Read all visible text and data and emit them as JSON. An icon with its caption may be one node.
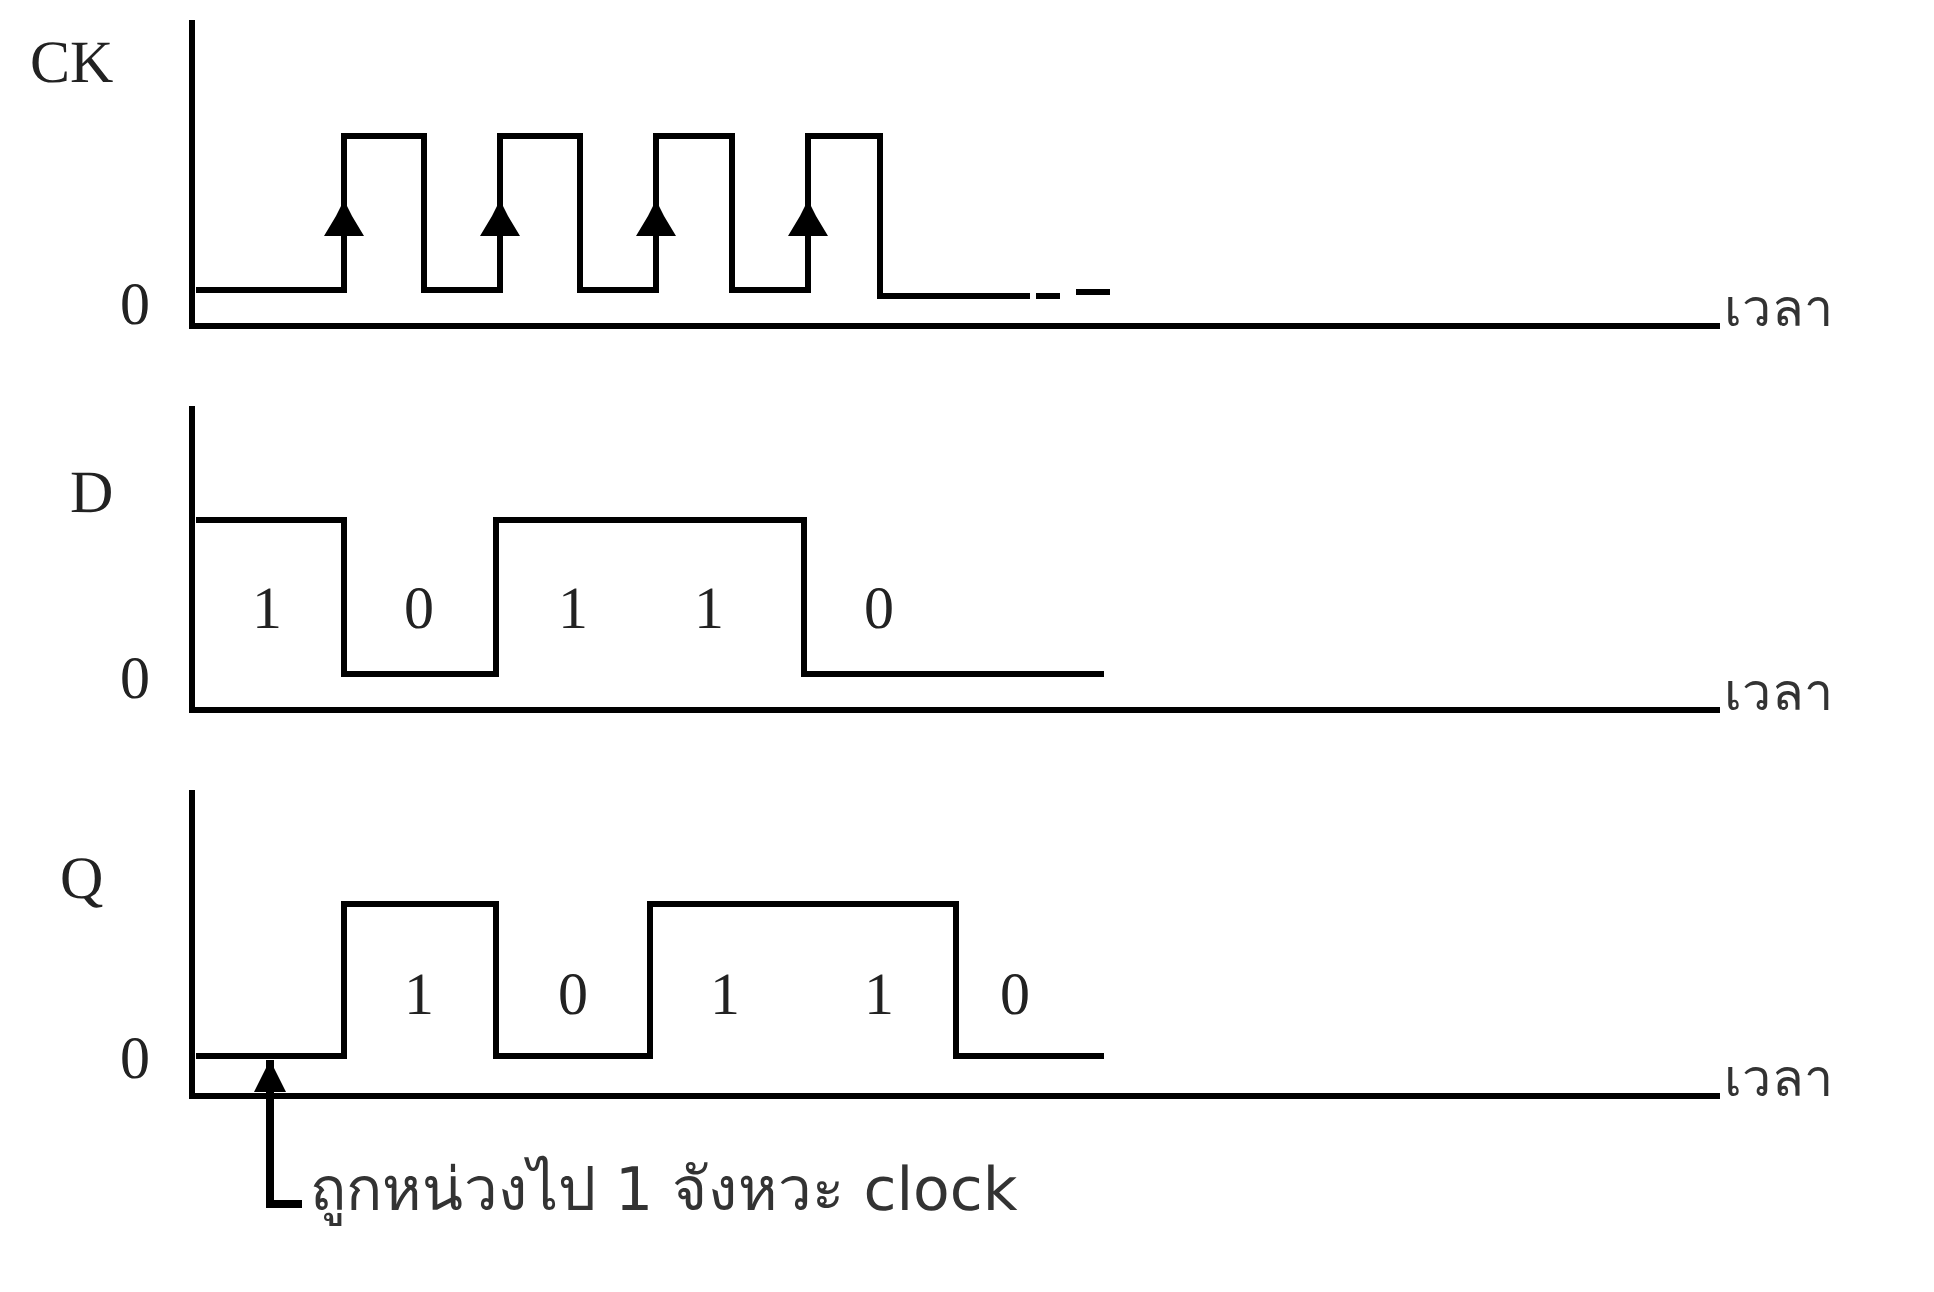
{
  "diagram": {
    "nodes": [
      {
        "text": [
          "ถูกหน่วงไป 1 จังหวะ clock"
        ]
      },
      {
        "text": [],
        "shape": "line"
      }
    ],
    "edges": [
      {
        "from": 0,
        "to": 1,
        "arrow": "to"
      }
    ],
    "labels": [
      "CK",
      "0",
      "เวลา",
      "D",
      "1",
      "0",
      "1",
      "1",
      "0",
      "0",
      "เวลา",
      "Q",
      "1",
      "0",
      "1",
      "1",
      "0",
      "0",
      "เวลา"
    ]
  }
}
